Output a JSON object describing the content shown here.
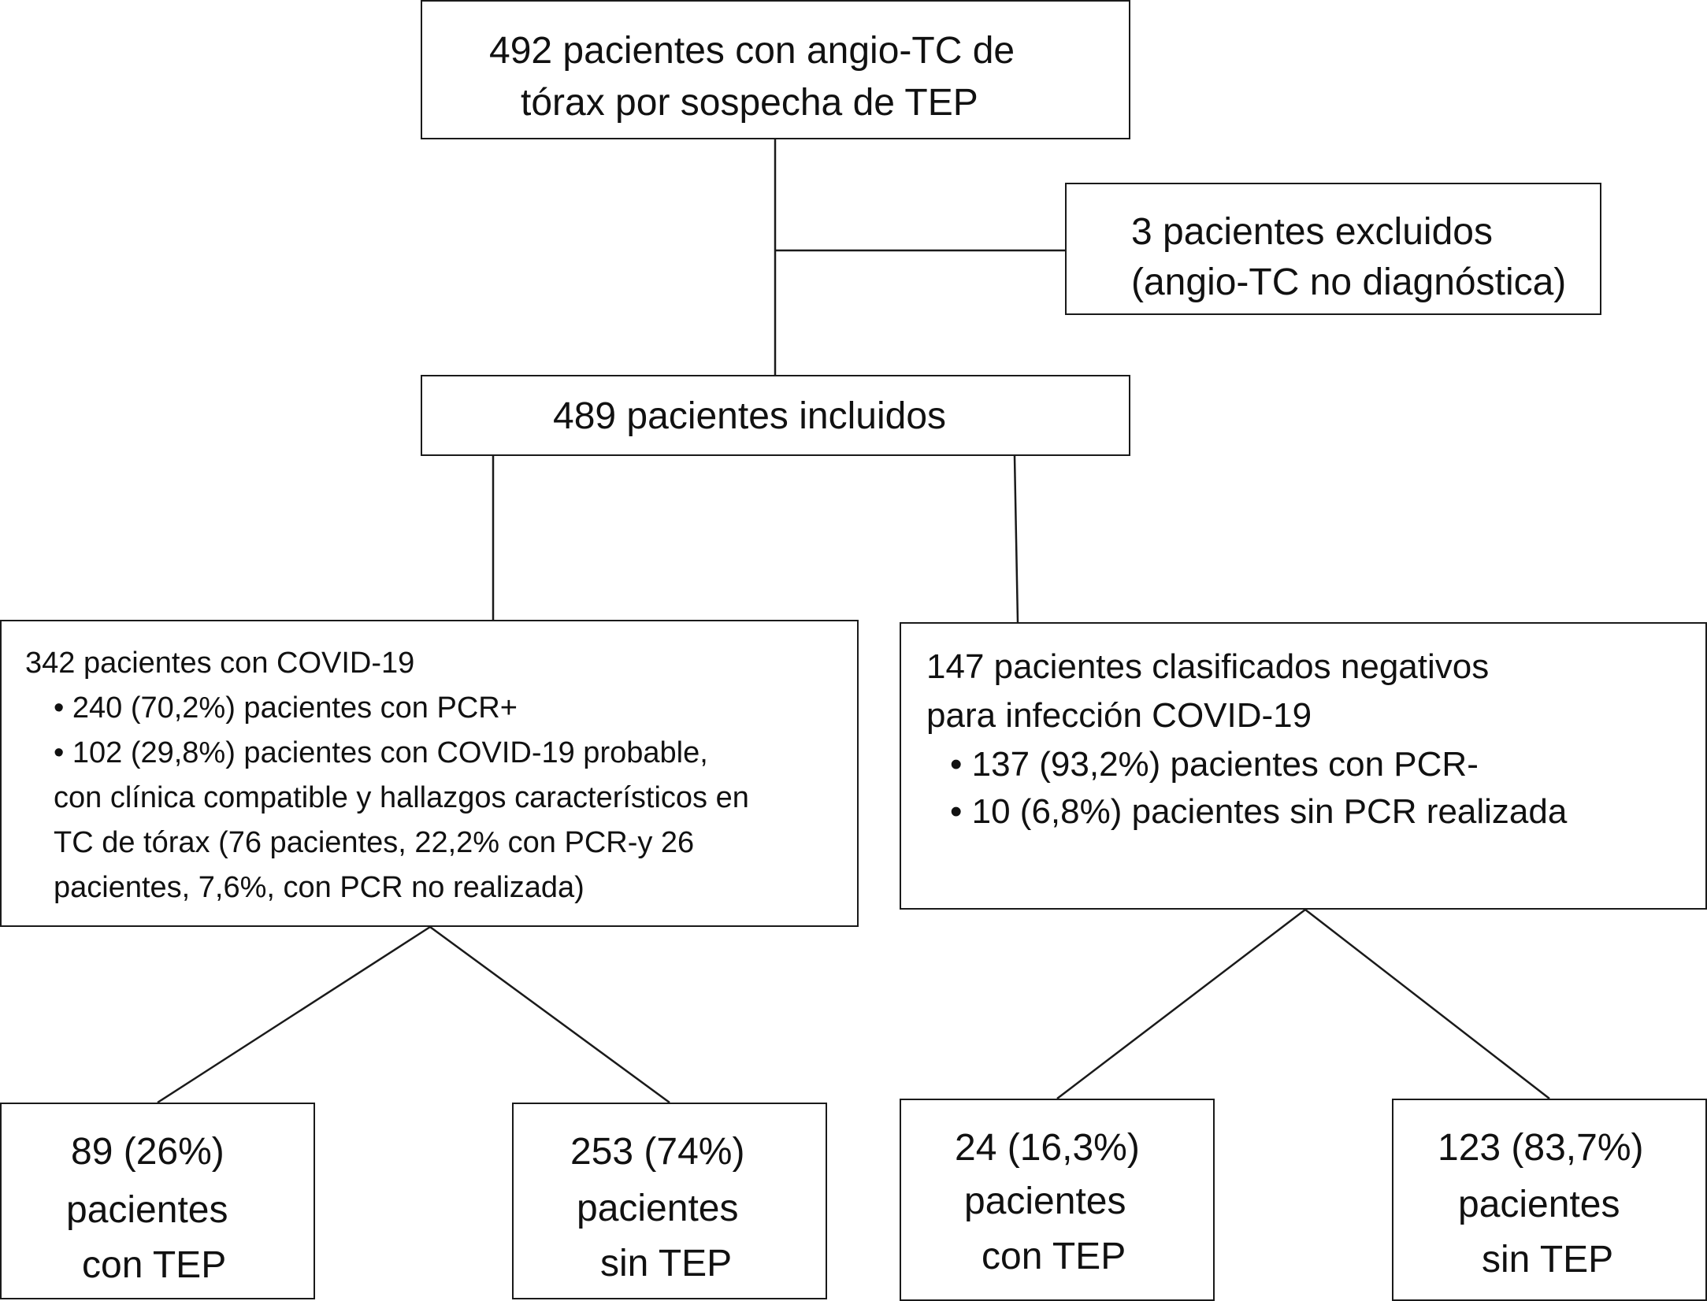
{
  "top_box": {
    "line1": "492 pacientes con angio-TC de",
    "line2": "tórax por sospecha de TEP"
  },
  "excluded_box": {
    "line1": "3 pacientes excluidos",
    "line2": "(angio-TC no diagnóstica)"
  },
  "included_box": {
    "text": "489 pacientes incluidos"
  },
  "covid_box": {
    "title": "342 pacientes con COVID-19",
    "bullet1": "• 240 (70,2%) pacientes con PCR+",
    "bullet2_lines": [
      "• 102 (29,8%) pacientes con COVID-19 probable,",
      "con clínica compatible y hallazgos característicos en",
      "TC de tórax (76 pacientes, 22,2% con PCR-y 26",
      "pacientes, 7,6%, con PCR no realizada)"
    ]
  },
  "negative_box": {
    "title_line1": "147 pacientes clasificados negativos",
    "title_line2": "para infección COVID-19",
    "bullet1": "• 137 (93,2%) pacientes con PCR-",
    "bullet2": "• 10 (6,8%) pacientes sin PCR realizada"
  },
  "leaves": [
    {
      "line1": "89 (26%)",
      "line2": "pacientes",
      "line3": "con TEP"
    },
    {
      "line1": "253 (74%)",
      "line2": "pacientes",
      "line3": "sin TEP"
    },
    {
      "line1": "24 (16,3%)",
      "line2": "pacientes",
      "line3": "con TEP"
    },
    {
      "line1": "123 (83,7%)",
      "line2": "pacientes",
      "line3": "sin TEP"
    }
  ]
}
